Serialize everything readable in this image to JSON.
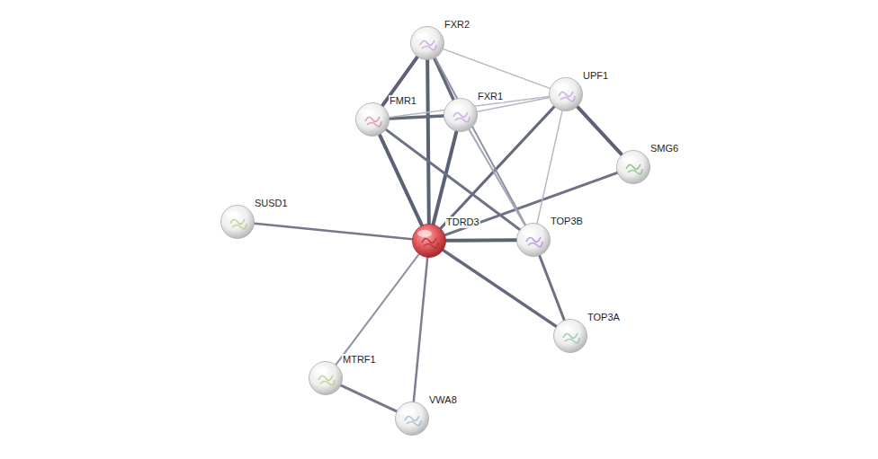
{
  "diagram": {
    "nodes": [
      {
        "text": [
          "FXR2"
        ]
      },
      {
        "text": [
          "FMR1"
        ]
      },
      {
        "text": [
          "FXR1"
        ]
      },
      {
        "text": [
          "UPF1"
        ]
      },
      {
        "text": [
          "SMG6"
        ]
      },
      {
        "text": [
          "SUSD1"
        ]
      },
      {
        "text": [
          "TDRD3"
        ]
      },
      {
        "text": [
          "TOP3B"
        ]
      },
      {
        "text": [
          "TOP3A"
        ]
      },
      {
        "text": [
          "MTRF1"
        ]
      },
      {
        "text": [
          "VWA8"
        ]
      }
    ],
    "edges": [
      {
        "from": 6,
        "to": 0,
        "arrow": "none"
      },
      {
        "from": 6,
        "to": 1,
        "arrow": "none"
      },
      {
        "from": 6,
        "to": 2,
        "arrow": "none"
      },
      {
        "from": 6,
        "to": 3,
        "arrow": "none"
      },
      {
        "from": 6,
        "to": 4,
        "arrow": "none"
      },
      {
        "from": 6,
        "to": 7,
        "arrow": "none"
      },
      {
        "from": 6,
        "to": 8,
        "arrow": "none"
      },
      {
        "from": 6,
        "to": 5,
        "arrow": "none"
      },
      {
        "from": 6,
        "to": 9,
        "arrow": "none"
      },
      {
        "from": 6,
        "to": 10,
        "arrow": "none"
      },
      {
        "from": 0,
        "to": 1,
        "arrow": "none"
      },
      {
        "from": 0,
        "to": 2,
        "arrow": "none"
      },
      {
        "from": 0,
        "to": 3,
        "arrow": "none"
      },
      {
        "from": 0,
        "to": 7,
        "arrow": "none"
      },
      {
        "from": 1,
        "to": 2,
        "arrow": "none"
      },
      {
        "from": 1,
        "to": 3,
        "arrow": "none"
      },
      {
        "from": 2,
        "to": 3,
        "arrow": "none"
      },
      {
        "from": 1,
        "to": 7,
        "arrow": "none"
      },
      {
        "from": 2,
        "to": 7,
        "arrow": "none"
      },
      {
        "from": 3,
        "to": 4,
        "arrow": "none"
      },
      {
        "from": 3,
        "to": 7,
        "arrow": "none"
      },
      {
        "from": 7,
        "to": 8,
        "arrow": "none"
      },
      {
        "from": 9,
        "to": 10,
        "arrow": "none"
      }
    ]
  }
}
